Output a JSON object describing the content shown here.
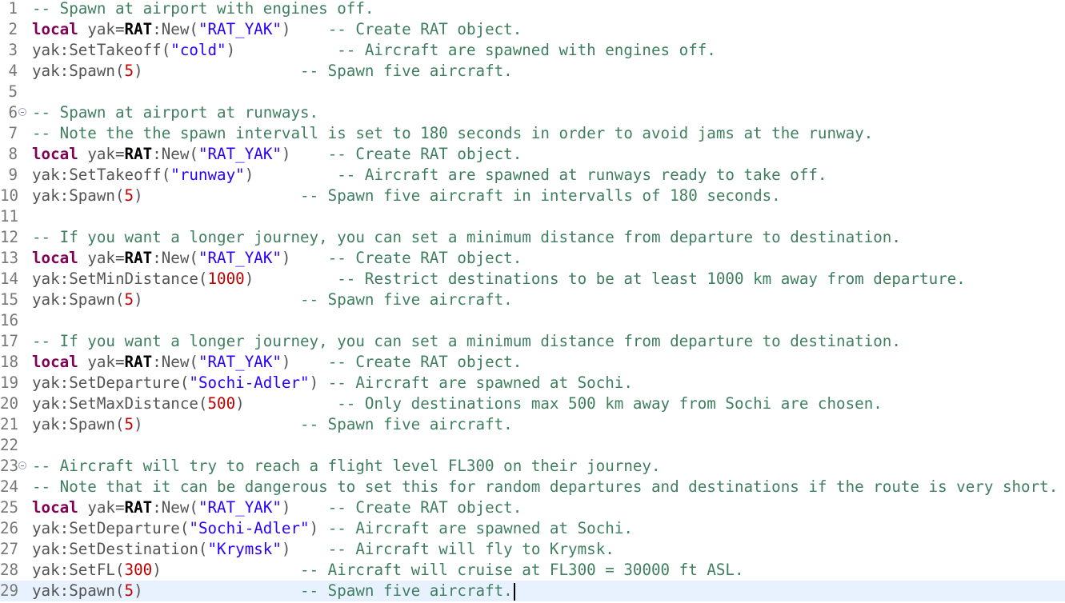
{
  "editor": {
    "lines": [
      {
        "n": "1",
        "t": [
          {
            "c": "com",
            "v": "-- Spawn at airport with engines off."
          }
        ]
      },
      {
        "n": "2",
        "t": [
          {
            "c": "kw",
            "v": "local"
          },
          {
            "c": "id",
            "v": " yak="
          },
          {
            "c": "bold",
            "v": "RAT"
          },
          {
            "c": "id",
            "v": ":New("
          },
          {
            "c": "str",
            "v": "\"RAT_YAK\""
          },
          {
            "c": "id",
            "v": ")    "
          },
          {
            "c": "com",
            "v": "-- Create RAT object."
          }
        ]
      },
      {
        "n": "3",
        "t": [
          {
            "c": "id",
            "v": "yak:SetTakeoff("
          },
          {
            "c": "str",
            "v": "\"cold\""
          },
          {
            "c": "id",
            "v": ")           "
          },
          {
            "c": "com",
            "v": "-- Aircraft are spawned with engines off."
          }
        ]
      },
      {
        "n": "4",
        "t": [
          {
            "c": "id",
            "v": "yak:Spawn("
          },
          {
            "c": "num",
            "v": "5"
          },
          {
            "c": "id",
            "v": ")                 "
          },
          {
            "c": "com",
            "v": "-- Spawn five aircraft."
          }
        ]
      },
      {
        "n": "5",
        "t": []
      },
      {
        "n": "6",
        "fold": true,
        "t": [
          {
            "c": "com",
            "v": "-- Spawn at airport at runways."
          }
        ]
      },
      {
        "n": "7",
        "t": [
          {
            "c": "com",
            "v": "-- Note the the spawn intervall is set to 180 seconds in order to avoid jams at the runway."
          }
        ]
      },
      {
        "n": "8",
        "t": [
          {
            "c": "kw",
            "v": "local"
          },
          {
            "c": "id",
            "v": " yak="
          },
          {
            "c": "bold",
            "v": "RAT"
          },
          {
            "c": "id",
            "v": ":New("
          },
          {
            "c": "str",
            "v": "\"RAT_YAK\""
          },
          {
            "c": "id",
            "v": ")    "
          },
          {
            "c": "com",
            "v": "-- Create RAT object."
          }
        ]
      },
      {
        "n": "9",
        "t": [
          {
            "c": "id",
            "v": "yak:SetTakeoff("
          },
          {
            "c": "str",
            "v": "\"runway\""
          },
          {
            "c": "id",
            "v": ")         "
          },
          {
            "c": "com",
            "v": "-- Aircraft are spawned at runways ready to take off."
          }
        ]
      },
      {
        "n": "10",
        "t": [
          {
            "c": "id",
            "v": "yak:Spawn("
          },
          {
            "c": "num",
            "v": "5"
          },
          {
            "c": "id",
            "v": ")                 "
          },
          {
            "c": "com",
            "v": "-- Spawn five aircraft in intervalls of 180 seconds."
          }
        ]
      },
      {
        "n": "11",
        "t": []
      },
      {
        "n": "12",
        "t": [
          {
            "c": "com",
            "v": "-- If you want a longer journey, you can set a minimum distance from departure to destination."
          }
        ]
      },
      {
        "n": "13",
        "t": [
          {
            "c": "kw",
            "v": "local"
          },
          {
            "c": "id",
            "v": " yak="
          },
          {
            "c": "bold",
            "v": "RAT"
          },
          {
            "c": "id",
            "v": ":New("
          },
          {
            "c": "str",
            "v": "\"RAT_YAK\""
          },
          {
            "c": "id",
            "v": ")    "
          },
          {
            "c": "com",
            "v": "-- Create RAT object."
          }
        ]
      },
      {
        "n": "14",
        "t": [
          {
            "c": "id",
            "v": "yak:SetMinDistance("
          },
          {
            "c": "num",
            "v": "1000"
          },
          {
            "c": "id",
            "v": ")         "
          },
          {
            "c": "com",
            "v": "-- Restrict destinations to be at least 1000 km away from departure."
          }
        ]
      },
      {
        "n": "15",
        "t": [
          {
            "c": "id",
            "v": "yak:Spawn("
          },
          {
            "c": "num",
            "v": "5"
          },
          {
            "c": "id",
            "v": ")                 "
          },
          {
            "c": "com",
            "v": "-- Spawn five aircraft."
          }
        ]
      },
      {
        "n": "16",
        "t": []
      },
      {
        "n": "17",
        "t": [
          {
            "c": "com",
            "v": "-- If you want a longer journey, you can set a minimum distance from departure to destination."
          }
        ]
      },
      {
        "n": "18",
        "t": [
          {
            "c": "kw",
            "v": "local"
          },
          {
            "c": "id",
            "v": " yak="
          },
          {
            "c": "bold",
            "v": "RAT"
          },
          {
            "c": "id",
            "v": ":New("
          },
          {
            "c": "str",
            "v": "\"RAT_YAK\""
          },
          {
            "c": "id",
            "v": ")    "
          },
          {
            "c": "com",
            "v": "-- Create RAT object."
          }
        ]
      },
      {
        "n": "19",
        "t": [
          {
            "c": "id",
            "v": "yak:SetDeparture("
          },
          {
            "c": "str",
            "v": "\"Sochi-Adler\""
          },
          {
            "c": "id",
            "v": ") "
          },
          {
            "c": "com",
            "v": "-- Aircraft are spawned at Sochi."
          }
        ]
      },
      {
        "n": "20",
        "t": [
          {
            "c": "id",
            "v": "yak:SetMaxDistance("
          },
          {
            "c": "num",
            "v": "500"
          },
          {
            "c": "id",
            "v": ")          "
          },
          {
            "c": "com",
            "v": "-- Only destinations max 500 km away from Sochi are chosen."
          }
        ]
      },
      {
        "n": "21",
        "t": [
          {
            "c": "id",
            "v": "yak:Spawn("
          },
          {
            "c": "num",
            "v": "5"
          },
          {
            "c": "id",
            "v": ")                 "
          },
          {
            "c": "com",
            "v": "-- Spawn five aircraft."
          }
        ]
      },
      {
        "n": "22",
        "t": []
      },
      {
        "n": "23",
        "fold": true,
        "t": [
          {
            "c": "com",
            "v": "-- Aircraft will try to reach a flight level FL300 on their journey."
          }
        ]
      },
      {
        "n": "24",
        "t": [
          {
            "c": "com",
            "v": "-- Note that it can be dangerous to set this for random departures and destinations if the route is very short."
          }
        ]
      },
      {
        "n": "25",
        "t": [
          {
            "c": "kw",
            "v": "local"
          },
          {
            "c": "id",
            "v": " yak="
          },
          {
            "c": "bold",
            "v": "RAT"
          },
          {
            "c": "id",
            "v": ":New("
          },
          {
            "c": "str",
            "v": "\"RAT_YAK\""
          },
          {
            "c": "id",
            "v": ")    "
          },
          {
            "c": "com",
            "v": "-- Create RAT object."
          }
        ]
      },
      {
        "n": "26",
        "t": [
          {
            "c": "id",
            "v": "yak:SetDeparture("
          },
          {
            "c": "str",
            "v": "\"Sochi-Adler\""
          },
          {
            "c": "id",
            "v": ") "
          },
          {
            "c": "com",
            "v": "-- Aircraft are spawned at Sochi."
          }
        ]
      },
      {
        "n": "27",
        "t": [
          {
            "c": "id",
            "v": "yak:SetDestination("
          },
          {
            "c": "str",
            "v": "\"Krymsk\""
          },
          {
            "c": "id",
            "v": ")    "
          },
          {
            "c": "com",
            "v": "-- Aircraft will fly to Krymsk."
          }
        ]
      },
      {
        "n": "28",
        "t": [
          {
            "c": "id",
            "v": "yak:SetFL("
          },
          {
            "c": "num",
            "v": "300"
          },
          {
            "c": "id",
            "v": ")               "
          },
          {
            "c": "com",
            "v": "-- Aircraft will cruise at FL300 = 30000 ft ASL."
          }
        ]
      },
      {
        "n": "29",
        "current": true,
        "t": [
          {
            "c": "id",
            "v": "yak:Spawn("
          },
          {
            "c": "num",
            "v": "5"
          },
          {
            "c": "id",
            "v": ")                 "
          },
          {
            "c": "com",
            "v": "-- Spawn five aircraft."
          }
        ]
      }
    ]
  },
  "colors": {
    "keyword": "#7f0055",
    "string": "#2a00ff",
    "number": "#c00000",
    "comment": "#3f7f5f",
    "current_line": "#e8f2fe"
  }
}
